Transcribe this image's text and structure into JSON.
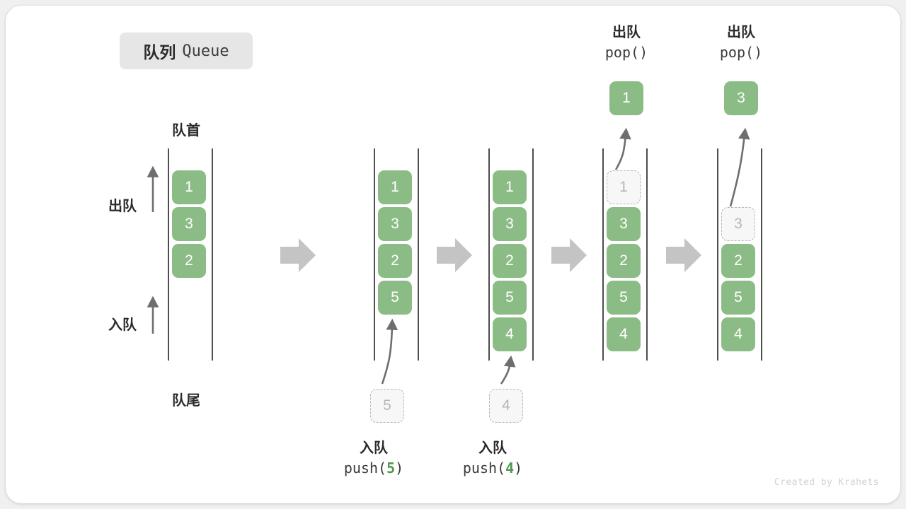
{
  "figure": {
    "title_cn": "队列",
    "title_en": "Queue",
    "credit": "Created by Krahets",
    "colors": {
      "element_fill": "#8cbc86",
      "element_text": "#ffffff",
      "ghost_fill": "#f7f7f7",
      "ghost_border": "#b5b5b5",
      "ghost_text": "#b6b6b6",
      "rail": "#4d4d4d",
      "flow_arrow": "#c4c4c4",
      "badge_bg": "#e6e6e6",
      "accent_number": "#4e9a4e",
      "credit_text": "#d2d2d2",
      "card_bg": "#ffffff",
      "page_bg": "#f0f0f0"
    }
  },
  "labels": {
    "head": "队首",
    "tail": "队尾",
    "dequeue_side": "出队",
    "enqueue_side": "入队"
  },
  "operations": [
    {
      "cn": "入队",
      "fn": "push(",
      "arg": "5",
      "close": ")"
    },
    {
      "cn": "入队",
      "fn": "push(",
      "arg": "4",
      "close": ")"
    },
    {
      "cn": "出队",
      "fn": "pop(",
      "arg": "",
      "close": ")"
    },
    {
      "cn": "出队",
      "fn": "pop(",
      "arg": "",
      "close": ")"
    }
  ],
  "columns": [
    {
      "name": "initial-queue",
      "cells": [
        {
          "value": "1",
          "state": "filled"
        },
        {
          "value": "3",
          "state": "filled"
        },
        {
          "value": "2",
          "state": "filled"
        }
      ],
      "floating": null
    },
    {
      "name": "after-push-5",
      "cells": [
        {
          "value": "1",
          "state": "filled"
        },
        {
          "value": "3",
          "state": "filled"
        },
        {
          "value": "2",
          "state": "filled"
        },
        {
          "value": "5",
          "state": "filled"
        }
      ],
      "floating": {
        "value": "5",
        "state": "ghost",
        "position": "below"
      }
    },
    {
      "name": "after-push-4",
      "cells": [
        {
          "value": "1",
          "state": "filled"
        },
        {
          "value": "3",
          "state": "filled"
        },
        {
          "value": "2",
          "state": "filled"
        },
        {
          "value": "5",
          "state": "filled"
        },
        {
          "value": "4",
          "state": "filled"
        }
      ],
      "floating": {
        "value": "4",
        "state": "ghost",
        "position": "below"
      }
    },
    {
      "name": "after-pop-1",
      "cells": [
        {
          "value": "1",
          "state": "ghost"
        },
        {
          "value": "3",
          "state": "filled"
        },
        {
          "value": "2",
          "state": "filled"
        },
        {
          "value": "5",
          "state": "filled"
        },
        {
          "value": "4",
          "state": "filled"
        }
      ],
      "floating": {
        "value": "1",
        "state": "filled",
        "position": "above"
      }
    },
    {
      "name": "after-pop-3",
      "cells": [
        {
          "value": "",
          "state": "empty"
        },
        {
          "value": "3",
          "state": "ghost"
        },
        {
          "value": "2",
          "state": "filled"
        },
        {
          "value": "5",
          "state": "filled"
        },
        {
          "value": "4",
          "state": "filled"
        }
      ],
      "floating": {
        "value": "3",
        "state": "filled",
        "position": "above"
      }
    }
  ],
  "flow_arrows": 4
}
